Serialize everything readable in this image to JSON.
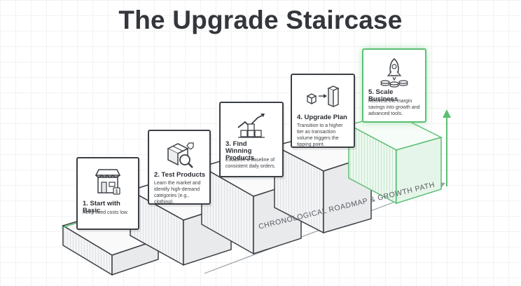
{
  "title": "The Upgrade Staircase",
  "steps": [
    {
      "title": "1. Start with Basic",
      "description": "Keep fixed costs low.",
      "icon": "storefront-icon"
    },
    {
      "title": "2. Test Products",
      "description": "Learn the market and identify high-demand categories (e.g., clothing).",
      "icon": "box-magnifier-icon"
    },
    {
      "title": "3. Find Winning Products",
      "description": "Establish a baseline of consistent daily orders.",
      "icon": "trend-chart-icon"
    },
    {
      "title": "4. Upgrade Plan",
      "description": "Transition to a higher tier as transaction volume triggers the tipping point.",
      "icon": "cube-upgrade-icon"
    },
    {
      "title": "5. Scale Business",
      "description": "Reinvest the margin savings into growth and advanced tools.",
      "icon": "rocket-coins-icon"
    }
  ],
  "path_label": "CHRONOLOGICAL ROADMAP & GROWTH PATH",
  "colors": {
    "accent": "#5bbf74",
    "outline": "#3b3f45",
    "text": "#33363b"
  }
}
